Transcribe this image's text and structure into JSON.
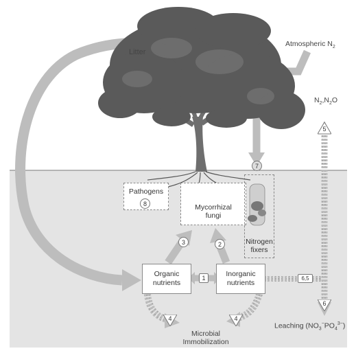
{
  "labels": {
    "litter": "Litter",
    "atmospheric_n2": "Atmospheric N",
    "atmospheric_n2_sub": "2",
    "n2_n2o_a": "N",
    "n2_n2o_a_sub": "2",
    "n2_n2o_b": ",N",
    "n2_n2o_b_sub": "2",
    "n2_n2o_c": "O",
    "pathogens": "Pathogens",
    "mycorrhizal_line1": "Mycorrhizal",
    "mycorrhizal_line2": "fungi",
    "nitrogen_fixers_line1": "Nitrogen",
    "nitrogen_fixers_line2": "fixers",
    "organic_line1": "Organic",
    "organic_line2": "nutrients",
    "inorganic_line1": "Inorganic",
    "inorganic_line2": "nutrients",
    "microbial_line1": "Microbial",
    "microbial_line2": "Immobilization",
    "leaching_a": "Leaching (NO",
    "leaching_no3_sub": "3",
    "leaching_no3_sup": "−",
    "leaching_b": "PO",
    "leaching_po4_sub": "4",
    "leaching_po4_sup": "3−",
    "leaching_c": ")"
  },
  "step_numbers": {
    "n1": "1",
    "n2": "2",
    "n3": "3",
    "n4a": "4",
    "n4b": "4",
    "n5": "5",
    "n6": "6",
    "n65": "6,5",
    "n7": "7",
    "n8": "8"
  },
  "colors": {
    "soil": "#e4e4e4",
    "arrow": "#bdbdbd",
    "arrow_dark": "#a8a8a8",
    "foliage": "#5a5a5a",
    "trunk": "#6e6e6e"
  }
}
